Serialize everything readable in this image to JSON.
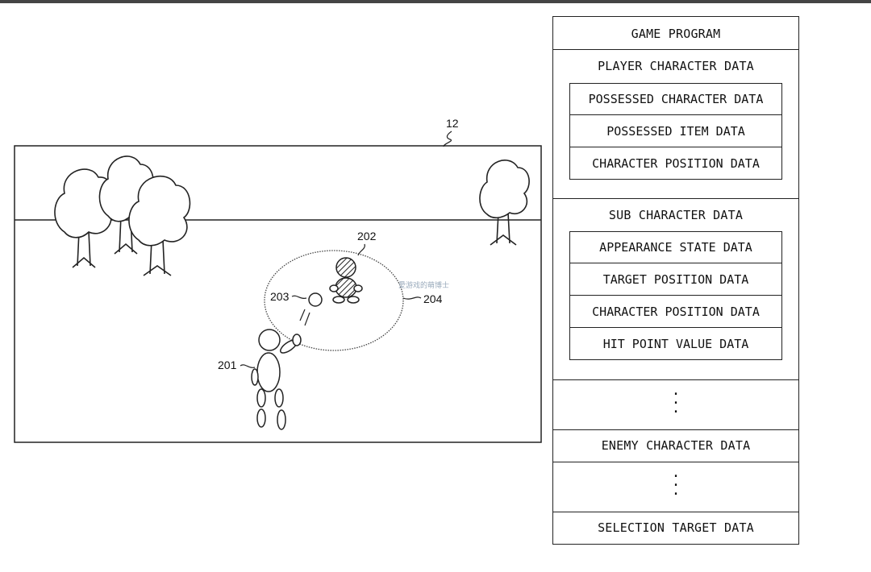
{
  "figure": {
    "screen_ref": "12",
    "player_ref": "201",
    "sub_ref": "202",
    "ball_ref": "203",
    "range_ref": "204"
  },
  "watermark": "愛游戏的萌博士",
  "table": {
    "header": "GAME PROGRAM",
    "player": {
      "title": "PLAYER CHARACTER DATA",
      "items": [
        "POSSESSED CHARACTER DATA",
        "POSSESSED ITEM DATA",
        "CHARACTER POSITION DATA"
      ]
    },
    "sub": {
      "title": "SUB CHARACTER DATA",
      "items": [
        "APPEARANCE STATE DATA",
        "TARGET POSITION DATA",
        "CHARACTER POSITION DATA",
        "HIT POINT VALUE DATA"
      ]
    },
    "enemy": {
      "title": "ENEMY CHARACTER DATA"
    },
    "selection": {
      "title": "SELECTION TARGET DATA"
    }
  }
}
